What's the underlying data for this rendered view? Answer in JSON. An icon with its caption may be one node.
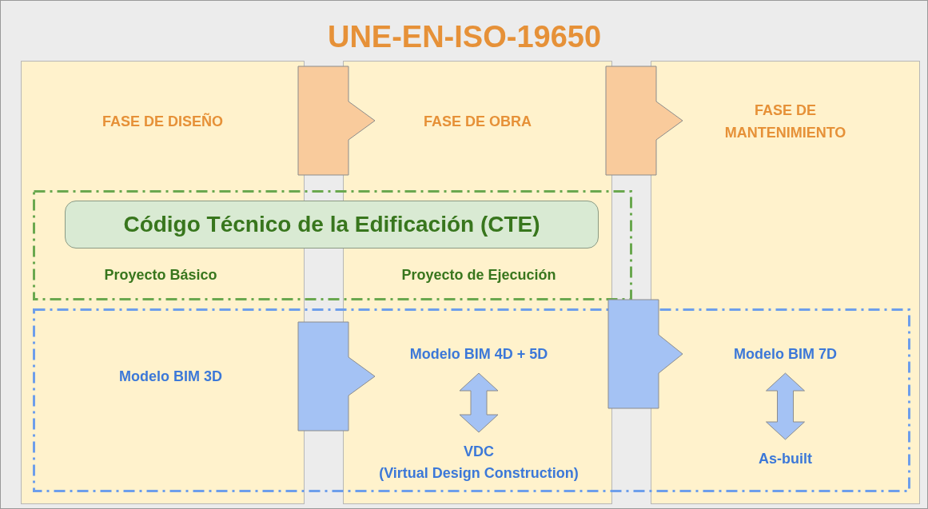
{
  "diagram": {
    "title": "UNE-EN-ISO-19650",
    "nodes": [
      {
        "text": [
          "FASE DE DISEÑO"
        ]
      },
      {
        "text": [
          "FASE DE OBRA"
        ]
      },
      {
        "text": [
          "FASE DE MANTENIMIENTO"
        ]
      },
      {
        "text": [],
        "shape": "box"
      },
      {
        "text": [
          "Código Técnico de la Edificación (CTE)"
        ],
        "in": 3
      },
      {
        "text": [],
        "shape": "box"
      },
      {
        "text": [
          "Modelo BIM 3D"
        ]
      },
      {
        "text": [
          "Modelo BIM 4D + 5D"
        ]
      },
      {
        "text": [
          "VDC",
          "(Virtual Design Construction)"
        ]
      },
      {
        "text": [
          "Modelo BIM 7D"
        ]
      },
      {
        "text": [
          "As-built"
        ]
      }
    ],
    "edges": [
      {
        "from": 0,
        "to": 1,
        "arrow": "to",
        "style": "thick",
        "color": "#f9cb9c"
      },
      {
        "from": 1,
        "to": 2,
        "arrow": "to",
        "style": "thick",
        "color": "#f9cb9c"
      },
      {
        "from": 6,
        "to": 7,
        "arrow": "to",
        "style": "thick",
        "color": "#a4c2f4"
      },
      {
        "from": 7,
        "to": 9,
        "arrow": "to",
        "style": "thick",
        "color": "#a4c2f4"
      },
      {
        "from": 7,
        "to": 8,
        "arrow": "both",
        "style": "thick",
        "color": "#a4c2f4"
      },
      {
        "from": 9,
        "to": 10,
        "arrow": "both",
        "style": "thick",
        "color": "#a4c2f4"
      }
    ],
    "labels": [
      "Proyecto Básico",
      "Proyecto de Ejecución"
    ]
  }
}
